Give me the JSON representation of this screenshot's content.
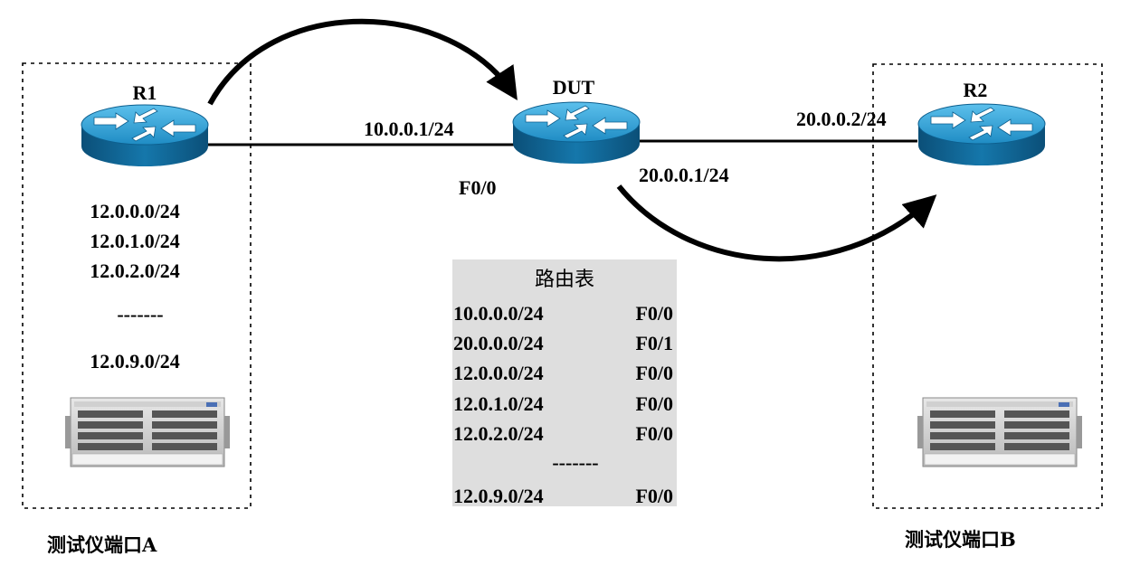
{
  "routers": {
    "r1": {
      "name": "R1"
    },
    "dut": {
      "name": "DUT"
    },
    "r2": {
      "name": "R2"
    }
  },
  "links": {
    "r1_dut_ip": "10.0.0.1/24",
    "dut_port": "F0/0",
    "dut_r2_ip": "20.0.0.1/24",
    "r2_ip": "20.0.0.2/24"
  },
  "r1_networks": [
    "12.0.0.0/24",
    "12.0.1.0/24",
    "12.0.2.0/24",
    "-------",
    "12.0.9.0/24"
  ],
  "routing_table": {
    "title": "路由表",
    "rows": [
      {
        "net": "10.0.0.0/24",
        "port": "F0/0"
      },
      {
        "net": "20.0.0.0/24",
        "port": "F0/1"
      },
      {
        "net": "12.0.0.0/24",
        "port": "F0/0"
      },
      {
        "net": "12.0.1.0/24",
        "port": "F0/0"
      },
      {
        "net": "12.0.2.0/24",
        "port": "F0/0"
      },
      {
        "net": "-------",
        "port": ""
      },
      {
        "net": "12.0.9.0/24",
        "port": "F0/0"
      }
    ]
  },
  "testers": {
    "a": {
      "label": "测试仪端口A"
    },
    "b": {
      "label": "测试仪端口B"
    }
  },
  "colors": {
    "router_top": "#2f9fd3",
    "router_side": "#0d5f8e",
    "table_bg": "#dedede",
    "arrow": "#000000"
  }
}
